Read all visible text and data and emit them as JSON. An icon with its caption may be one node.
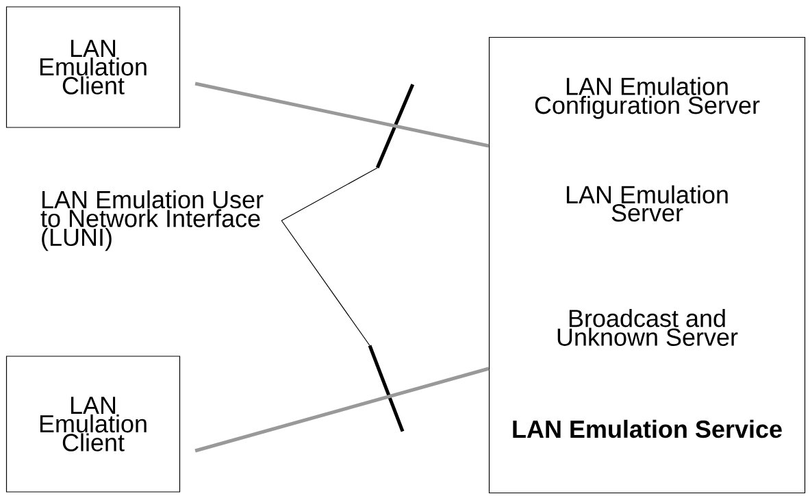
{
  "diagram": {
    "nodes": [
      {
        "text": [
          "LAN Emulation Client"
        ]
      },
      {
        "text": [
          "LAN Emulation Client"
        ]
      },
      {
        "text": [
          "LAN Emulation Configuration Server",
          "LAN Emulation Server",
          "Broadcast and Unknown Server",
          "**LAN Emulation Service**"
        ]
      },
      {
        "text": [
          "LAN Emulation User to Network Interface (LUNI)"
        ]
      },
      {
        "text": [],
        "shape": "bar"
      },
      {
        "text": [],
        "shape": "bar"
      }
    ],
    "edges": [
      {
        "from": 0,
        "to": 2,
        "arrow": "none",
        "style": "thick",
        "color": "#999999"
      },
      {
        "from": 1,
        "to": 2,
        "arrow": "none",
        "style": "thick",
        "color": "#999999"
      },
      {
        "from": 3,
        "to": 4,
        "arrow": "none",
        "color": "#000000"
      },
      {
        "from": 3,
        "to": 5,
        "arrow": "none",
        "color": "#000000"
      }
    ]
  }
}
